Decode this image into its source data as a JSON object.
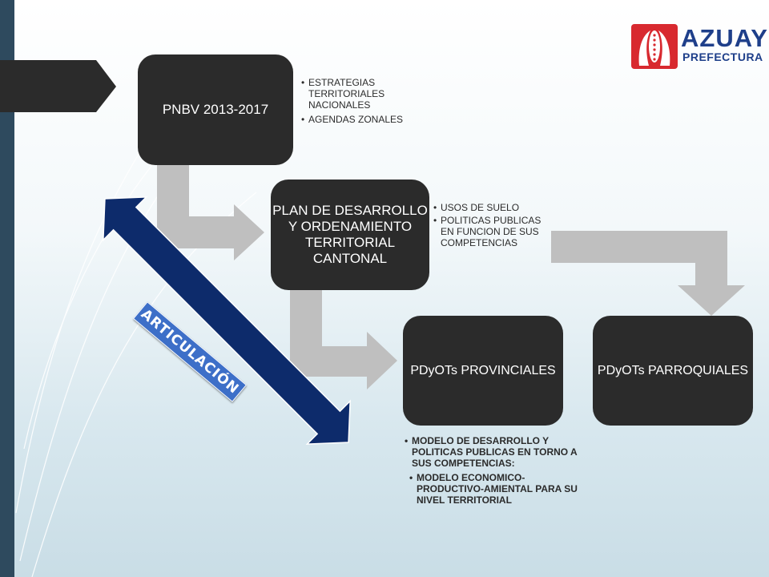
{
  "logo": {
    "line1": "AZUAY",
    "line2": "PREFECTURA",
    "colors": {
      "red": "#d8292f",
      "blue": "#1e3f8a"
    }
  },
  "nodes": {
    "pnbv": "PNBV 2013-2017",
    "cantonal": "PLAN DE DESARROLLO Y ORDENAMIENTO TERRITORIAL CANTONAL",
    "provinciales": "PDyOTs PROVINCIALES",
    "parroquiales": "PDyOTs PARROQUIALES"
  },
  "bullets": {
    "pnbv": [
      "ESTRATEGIAS TERRITORIALES NACIONALES",
      "AGENDAS ZONALES"
    ],
    "cantonal": [
      "USOS DE SUELO",
      "POLITICAS PUBLICAS EN FUNCION DE SUS COMPETENCIAS"
    ],
    "provinciales": {
      "main": "MODELO DE DESARROLLO Y POLITICAS PUBLICAS EN TORNO A SUS COMPETENCIAS:",
      "sub": "MODELO ECONOMICO-PRODUCTIVO-AMIENTAL PARA SU NIVEL TERRITORIAL"
    }
  },
  "articulacion": "ARTICULACIÓN",
  "colors": {
    "node_fill": "#2b2b2b",
    "arrow_gray": "#bfbfbf",
    "double_arrow": "#0d2b6b",
    "label_bg": "#3d6fc8",
    "sidebar": "#2e4a5e"
  }
}
